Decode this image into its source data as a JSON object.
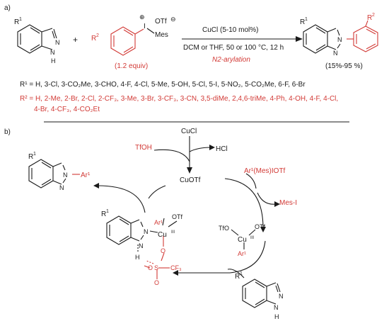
{
  "part_a": {
    "label": "a)",
    "plus": "+",
    "sm_indazole": {
      "r": "R",
      "r_sup": "1",
      "n": "N",
      "nh": "N",
      "h": "H"
    },
    "sm_iodonium": {
      "r": "R",
      "r_sup": "2",
      "i": "I",
      "plus": "⊕",
      "otf": "OTf",
      "minus": "⊖",
      "mes": "Mes",
      "equiv": "(1.2 equiv)"
    },
    "conditions": {
      "catalyst": "CuCl (5-10 mol%)",
      "solvent": "DCM or THF, 50 or 100 °C, 12 h",
      "type": "N2-arylation"
    },
    "product": {
      "r1": "R",
      "r1_sup": "1",
      "r2": "R",
      "r2_sup": "2",
      "n1": "N",
      "n2": "N",
      "yield": "(15%-95 %)"
    },
    "r1_list": "R¹ = H, 3-Cl, 3-CO₂Me, 3-CHO, 4-F, 4-Cl, 5-Me, 5-OH, 5-Cl, 5-I, 5-NO₂, 5-CO₂Me, 6-F, 6-Br",
    "r2_list_line1": "R² = H, 2-Me, 2-Br, 2-Cl, 2-CF₃, 3-Me, 3-Br, 3-CF₃, 3-CN, 3,5-diMe, 2,4,6-triMe, 4-Ph, 4-OH, 4-F, 4-Cl,",
    "r2_list_line2": "4-Br, 4-CF₃, 4-CO₂Et"
  },
  "part_b": {
    "label": "b)",
    "cucl": "CuCl",
    "tfoh": "TfOH",
    "hcl": "HCl",
    "cuotf": "CuOTf",
    "ar_mes_iotf": "Ar¹(Mes)IOTf",
    "mes_i": "Mes-I",
    "cu3_complex": {
      "tfo": "TfO",
      "otf": "OTf",
      "cu": "Cu",
      "cu_ox": "III",
      "ar": "Ar¹"
    },
    "product": {
      "r": "R",
      "r_sup": "1",
      "n1": "N",
      "n2": "N",
      "ar": "Ar¹"
    },
    "intermediate": {
      "r": "R",
      "r_sup": "1",
      "n1": "N",
      "n2": "N",
      "ar": "Ar¹",
      "otf": "OTf",
      "cu": "Cu",
      "cu_ox": "III",
      "h": "H",
      "o1": "O",
      "o2": "O",
      "o3": "O",
      "s": "S",
      "cf3": "CF₃"
    },
    "indazole": {
      "r": "R",
      "r_sup": "1",
      "n": "N",
      "nh": "N",
      "h": "H"
    }
  },
  "colors": {
    "black": "#1a1a1a",
    "red": "#d23a36"
  }
}
